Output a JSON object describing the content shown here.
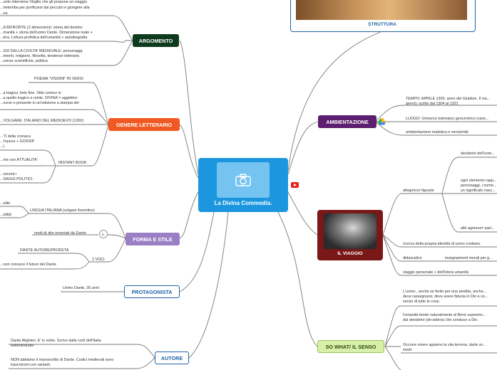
{
  "central": {
    "label": "La Divina Commedia.",
    "icon": "camera-icon"
  },
  "struttura": {
    "label": "STRUTTURA"
  },
  "argomento": {
    "label": "ARGOMENTO",
    "text1": "...unto interviene Virgilio che gli propone un viaggio",
    "text2": "...rtetomba per purificarsi dal peccato e giungere alla",
    "text3": "...za.",
    "text4": "...A BIFRONTE (2 dimensioni): storia  del destino",
    "text5": "...manità + storia dell'uomo Dante. Dimensione reale +",
    "text6": "...tica. Lettura profetica dell'umanità + autobiografia",
    "text7": "...SSI DELLA CIVILTA' MEDIEVALE: personaggi,",
    "text8": "...imenti, religione, filosofia, tendenze letterarie,",
    "text9": "...cenze scientifiche, politica"
  },
  "genere": {
    "label": "GENERE LETTERARIO",
    "poema": "POEMA \"VISIONI\" IN VERSI",
    "t1": "...a tragico, lieto fine. Stile comico in",
    "t2": "...a quello tragico e umile. DIVINA = aggettivo",
    "t3": "...occio e presente in un'edizione a stampa del",
    "volgare": "...VOLGARE: ITALIANO DEL MEDIOEVO (1300)",
    "c1": "...TI della cronaca",
    "c2": "...l'epoca + GOSSIP",
    "c3": "...)",
    "c4": "...me con ATTUALITA'",
    "c5": "...oscerà i",
    "c6": "...SAGGI POLITICI.",
    "instant": "INSTANT BOOK"
  },
  "forma": {
    "label": "FORMA E STILE",
    "elite": "...elite",
    "alita": "...alità)",
    "lingua": "LINGUA ITALIANA (volgare fiorentino)",
    "modi": "modi di dire inventati da Dante",
    "badge": "IL",
    "autore": "DANTE AUTORE/PROFETA",
    "futuro": "...non conosce il futuro del Dante",
    "voci": "2 VOCI"
  },
  "protagonista": {
    "label": "PROTAGONISTA",
    "text": "Uomo Dante, 35 anni"
  },
  "autore": {
    "label": "AUTORE",
    "t1": "Dante Alighieri. E' in esilio. Scrive dalle corti dell'Italia",
    "t2": "settentrionale",
    "t3": "NON abbiamo il manoscritto di Dante. Codici medievali sono",
    "t4": "trascrizioni con varianti."
  },
  "ambientazione": {
    "label": "AMBIENTAZIONE",
    "tempo1": "TEMPO: APRILE 1300, anno del Giubileo. Il via...",
    "tempo2": "giorni); scritto dal 1304 al 1321",
    "luogo": "LUOGO: Universo tolemaico geocentrico (visio...",
    "realistica": "ambientazione realistica e verosimile"
  },
  "viaggio": {
    "label": "IL VIAGGIO",
    "allegorico": "allegorico/ figurale",
    "desiderio": "desiderio dell'uom...",
    "elem1": "ogni elemento rapp...",
    "elem2": "personaggi, i nume...",
    "elem3": "un significato nasc...",
    "agoreus": "allè agoreus= parl...",
    "ricerca": "ricerca della propria identità di uomo cristiano",
    "didascalico": "didascalico",
    "insegnamenti": "insegnamenti morali per g...",
    "personale": "viaggio personale + dell'intera umanità"
  },
  "sowhat": {
    "label": "SO WHAT/ IL SENSO",
    "s1": "L'uomo , anche se ferito per una perdita, anche...",
    "s2": "deve rassegnarsi, deve avere fiducia in Dio e ce...",
    "s3": "senso di tutte le cose.",
    "s4": "l'umanità tende naturalmente al Bene supremo...",
    "s5": "dal desiderio (de-sidera) che conduce a Dio.",
    "s6": "Occorre vivere appieno la vita terrena, darle un...",
    "s7": "modi:"
  },
  "colors": {
    "central": "#1c97df",
    "argomento": "#0e3a1e",
    "genere": "#f05a22",
    "forma": "#9b7fc4",
    "ambientazione": "#5c1e6e",
    "viaggio": "#7a1818",
    "sowhat": "#d6efa9",
    "outline": "#1f63a6"
  }
}
